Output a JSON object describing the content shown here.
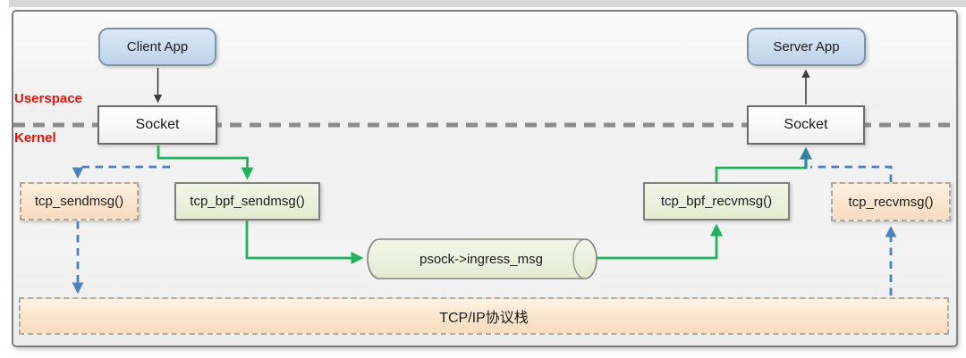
{
  "diagram": {
    "region_labels": {
      "userspace": "Userspace",
      "kernel": "Kernel"
    },
    "nodes": {
      "client_app": {
        "label": "Client App"
      },
      "server_app": {
        "label": "Server App"
      },
      "socket_left": {
        "label": "Socket"
      },
      "socket_right": {
        "label": "Socket"
      },
      "tcp_sendmsg": {
        "label": "tcp_sendmsg()"
      },
      "tcp_bpf_sendmsg": {
        "label": "tcp_bpf_sendmsg()"
      },
      "tcp_bpf_recvmsg": {
        "label": "tcp_bpf_recvmsg()"
      },
      "tcp_recvmsg": {
        "label": "tcp_recvmsg()"
      },
      "ingress_queue": {
        "label": "psock->ingress_msg"
      },
      "tcpip_stack": {
        "label": "TCP/IP协议栈"
      }
    },
    "edges": [
      {
        "from": "client_app",
        "to": "socket_left",
        "style": "solid",
        "color": "black"
      },
      {
        "from": "socket_left",
        "to": "tcp_bpf_sendmsg",
        "style": "solid",
        "color": "green"
      },
      {
        "from": "tcp_bpf_sendmsg",
        "to": "ingress_queue",
        "style": "solid",
        "color": "green"
      },
      {
        "from": "ingress_queue",
        "to": "tcp_bpf_recvmsg",
        "style": "solid",
        "color": "green"
      },
      {
        "from": "tcp_bpf_recvmsg",
        "to": "socket_right",
        "style": "solid",
        "color": "green"
      },
      {
        "from": "socket_left",
        "to": "tcp_sendmsg",
        "style": "dashed",
        "color": "blue"
      },
      {
        "from": "tcp_sendmsg",
        "to": "tcpip_stack",
        "style": "dashed",
        "color": "blue"
      },
      {
        "from": "tcpip_stack",
        "to": "tcp_recvmsg",
        "style": "dashed",
        "color": "blue"
      },
      {
        "from": "tcp_recvmsg",
        "to": "socket_right",
        "style": "dashed",
        "color": "blue"
      },
      {
        "from": "socket_right",
        "to": "server_app",
        "style": "solid",
        "color": "black"
      }
    ],
    "colors": {
      "green": "#22b25f",
      "blue": "#4f81bd",
      "teal": "#31849b",
      "black_arrow": "#3f3f3f",
      "divider": "#8c8c8c",
      "label_red": "#e8140c"
    }
  }
}
